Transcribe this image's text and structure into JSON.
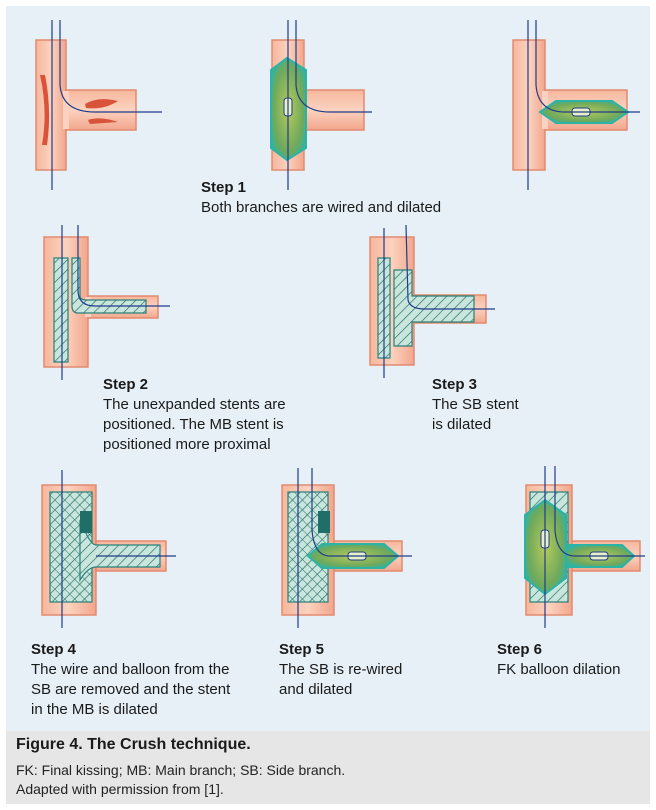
{
  "steps": [
    {
      "title": "Step 1",
      "lines": [
        "Both branches are wired and dilated"
      ]
    },
    {
      "title": "Step 2",
      "lines": [
        "The unexpanded stents are",
        "positioned. The MB stent is",
        "positioned more proximal"
      ]
    },
    {
      "title": "Step 3",
      "lines": [
        "The SB stent",
        "is dilated"
      ]
    },
    {
      "title": "Step 4",
      "lines": [
        "The wire and balloon from the",
        "SB are removed and the stent",
        "in the MB is dilated"
      ]
    },
    {
      "title": "Step 5",
      "lines": [
        "The SB is re-wired",
        "and dilated"
      ]
    },
    {
      "title": "Step 6",
      "lines": [
        "FK balloon dilation"
      ]
    }
  ],
  "caption": {
    "title": "Figure 4. The Crush technique.",
    "line1": "FK: Final kissing; MB: Main branch; SB: Side branch.",
    "line2": "Adapted with permission from [1]."
  },
  "colors": {
    "vessel": "#f2a98e",
    "vessel_edge": "#e07d66",
    "balloon": "#8fb560",
    "balloon_edge": "#2bb3a6",
    "wire": "#1f3c8c",
    "stent": "#2a7f7a"
  }
}
